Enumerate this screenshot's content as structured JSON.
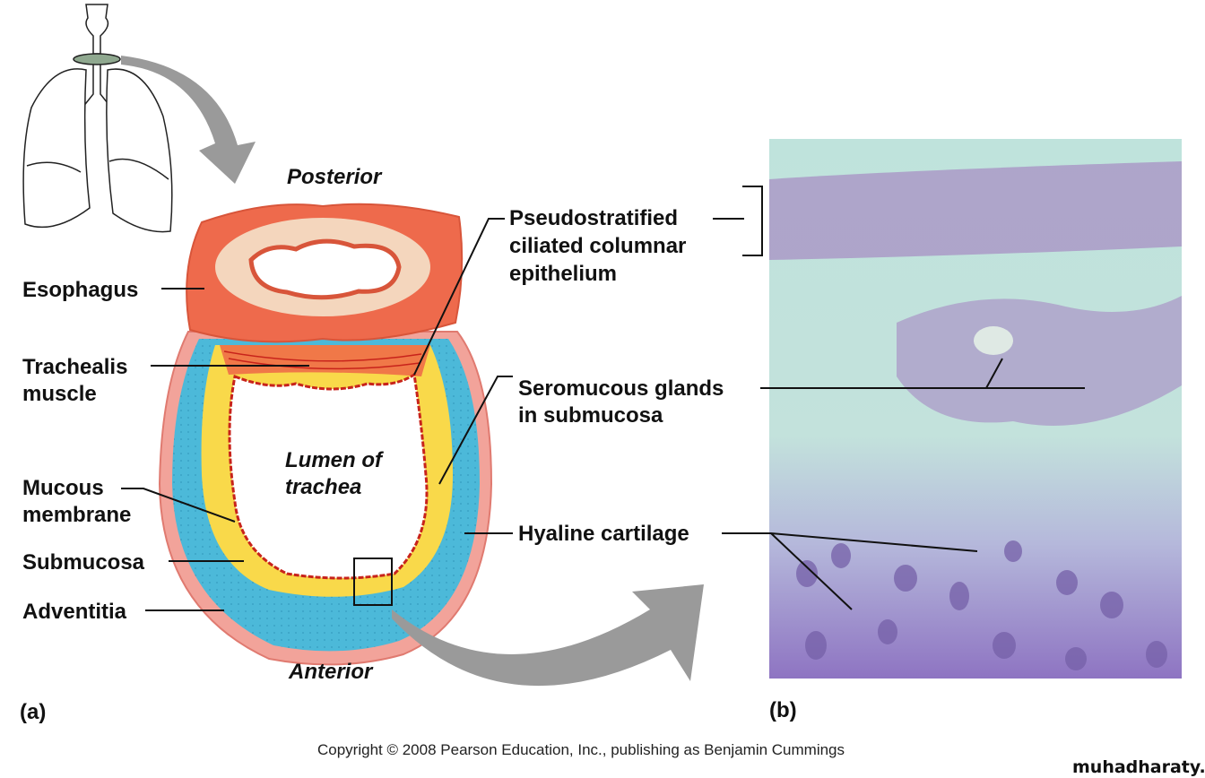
{
  "orientation": {
    "posterior": "Posterior",
    "anterior": "Anterior"
  },
  "lumen_label": [
    "Lumen of",
    "trachea"
  ],
  "left_labels": {
    "esophagus": "Esophagus",
    "trachealis": [
      "Trachealis",
      "muscle"
    ],
    "mucous_membrane": [
      "Mucous",
      "membrane"
    ],
    "submucosa": "Submucosa",
    "adventitia": "Adventitia"
  },
  "right_labels": {
    "epithelium": [
      "Pseudostratified",
      "ciliated columnar",
      "epithelium"
    ],
    "glands": [
      "Seromucous glands",
      "in submucosa"
    ],
    "cartilage": "Hyaline cartilage"
  },
  "panel_labels": {
    "a": "(a)",
    "b": "(b)"
  },
  "copyright": "Copyright © 2008 Pearson Education, Inc., publishing as Benjamin Cummings",
  "watermark": "muhadharaty.com",
  "colors": {
    "esophagus": "#ee6a4c",
    "adventitia": "#f2a39a",
    "cartilage": "#4cb9d9",
    "submucosa": "#f9d94a",
    "mucosa": "#c8231b",
    "arrow": "#9a9a9a"
  }
}
